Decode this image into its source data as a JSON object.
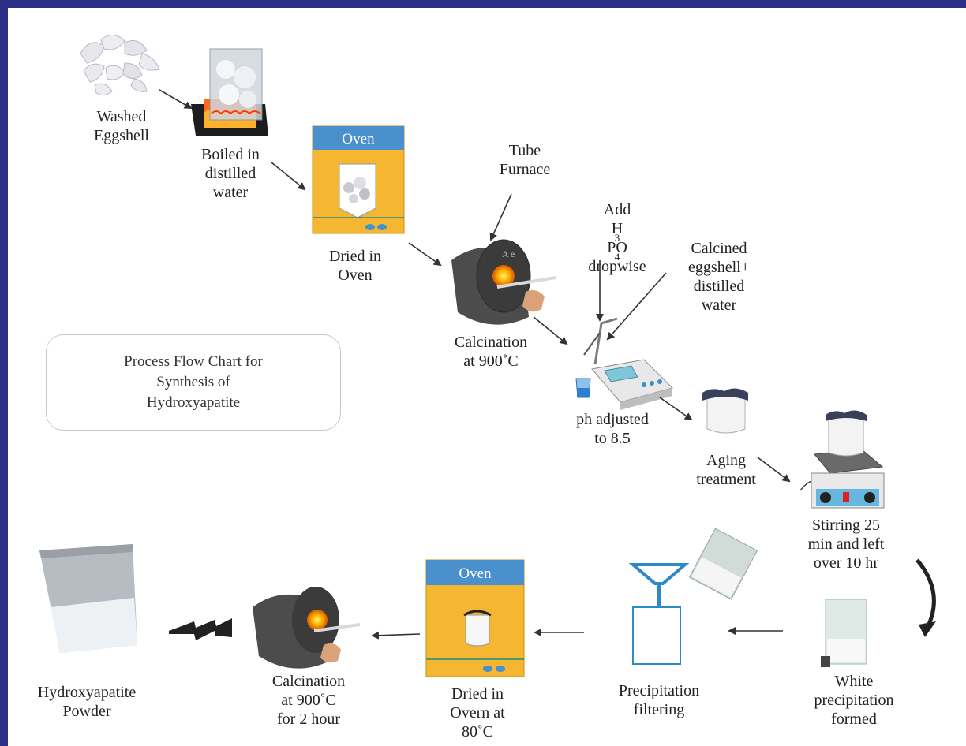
{
  "title_box": {
    "line1": "Process Flow Chart for",
    "line2": "Synthesis of",
    "line3": "Hydroxyapatite"
  },
  "oven_label": "Oven",
  "labels": {
    "washed_eggshell": [
      "Washed",
      "Eggshell"
    ],
    "boiled": [
      "Boiled in",
      "distilled",
      "water"
    ],
    "dried_oven": [
      "Dried in",
      "Oven"
    ],
    "tube_furnace": [
      "Tube",
      "Furnace"
    ],
    "calcination1": [
      "Calcination",
      "at 900˚C"
    ],
    "add_acid": {
      "line1": "Add",
      "h": "H",
      "sub3": "3",
      "po": "PO",
      "sub4": "4",
      "line3": "dropwise"
    },
    "calcined_mix": [
      "Calcined",
      "eggshell+",
      "distilled",
      "water"
    ],
    "ph_adjusted": [
      "ph adjusted",
      "to 8.5"
    ],
    "aging": [
      "Aging",
      "treatment"
    ],
    "stirring": [
      "Stirring 25",
      "min and left",
      "over 10 hr"
    ],
    "white_precip": [
      "White",
      "precipitation",
      "formed"
    ],
    "filtering": [
      "Precipitation",
      "filtering"
    ],
    "dried_overn": [
      "Dried in",
      "Overn at",
      "80˚C"
    ],
    "calcination2": [
      "Calcination",
      "at 900˚C",
      "for 2 hour"
    ],
    "powder": [
      "Hydroxyapatite",
      "Powder"
    ]
  },
  "colors": {
    "frame": "#2b2f86",
    "oven_body": "#f5b731",
    "oven_header": "#4a90cc",
    "furnace": "#4c4c4c",
    "flame": "#ff8a00",
    "arrow": "#333333"
  }
}
